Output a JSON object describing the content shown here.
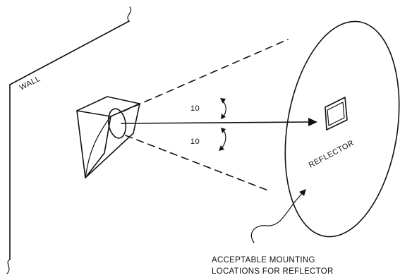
{
  "labels": {
    "wall": "WALL",
    "reflector": "REFLECTOR",
    "angle_top": "10",
    "angle_bottom": "10",
    "caption_line1": "ACCEPTABLE MOUNTING",
    "caption_line2": "LOCATIONS FOR REFLECTOR"
  },
  "colors": {
    "ink": "#111111",
    "background": "#ffffff"
  }
}
